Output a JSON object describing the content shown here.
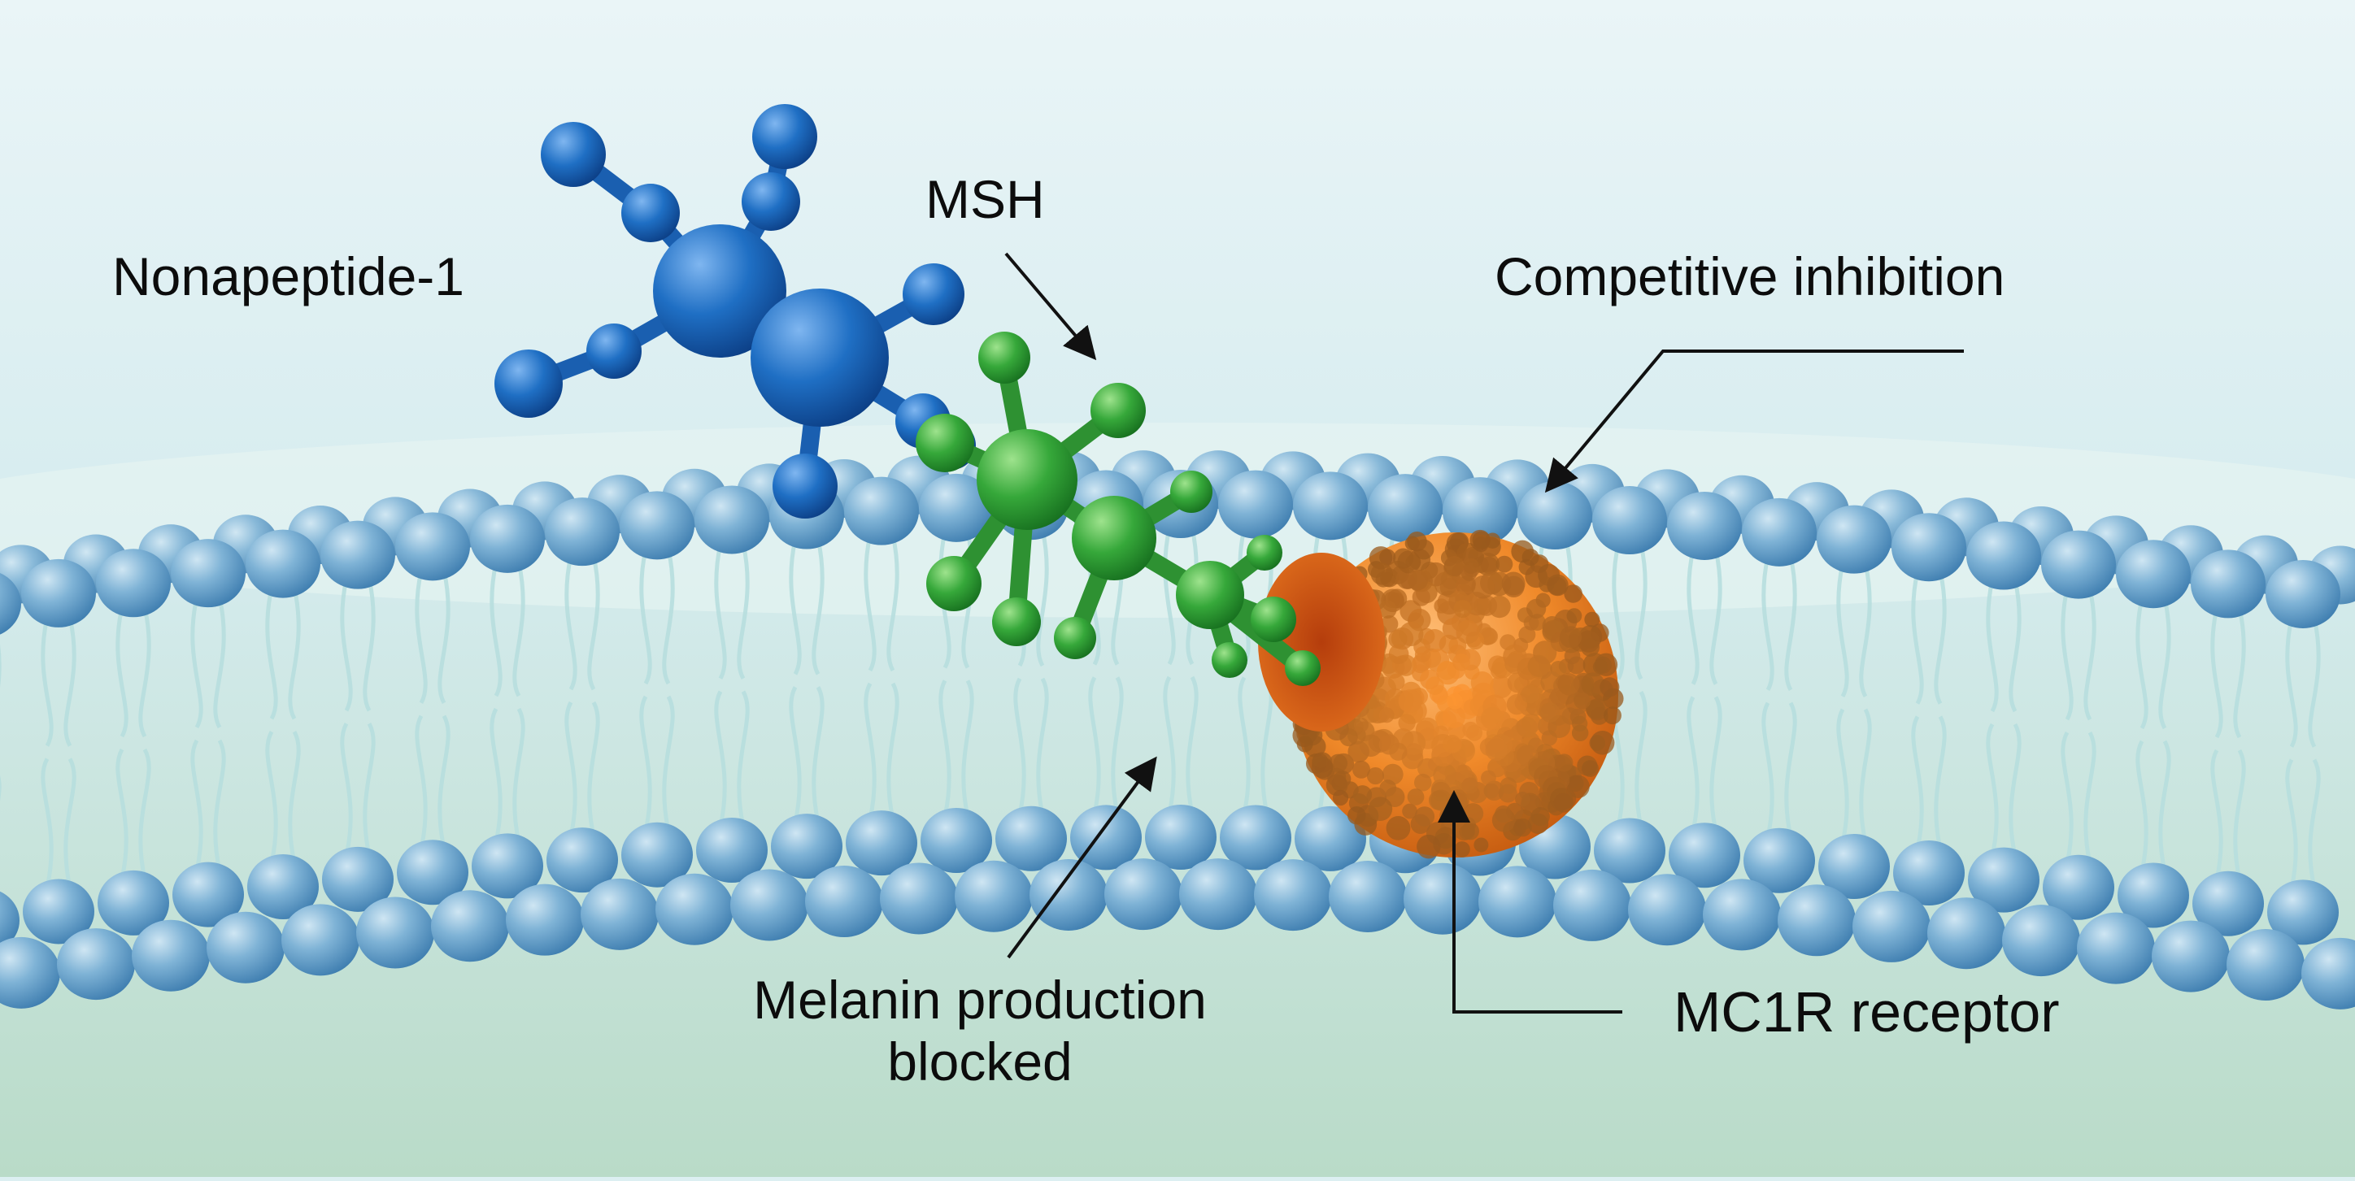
{
  "labels": {
    "nonapeptide": "Nonapeptide-1",
    "msh": "MSH",
    "competitive_inhibition": "Competitive inhibition",
    "melanin_line1": "Melanin production",
    "melanin_line2": "blocked",
    "receptor": "MC1R receptor"
  },
  "colors": {
    "background_top": "#e6f3f6",
    "background_bottom": "#bcdcc9",
    "lipid_head": "#5f9cc8",
    "lipid_tail": "#b7dede",
    "nonapeptide_molecule": "#1f6fc4",
    "msh_molecule": "#36a83a",
    "receptor": "#f08a2a",
    "arrow": "#111111"
  },
  "icons": {
    "nonapeptide_molecule": "ball-and-stick-molecule",
    "msh_molecule": "ball-and-stick-molecule",
    "receptor": "textured-sphere-with-pocket",
    "membrane": "phospholipid-bilayer"
  }
}
